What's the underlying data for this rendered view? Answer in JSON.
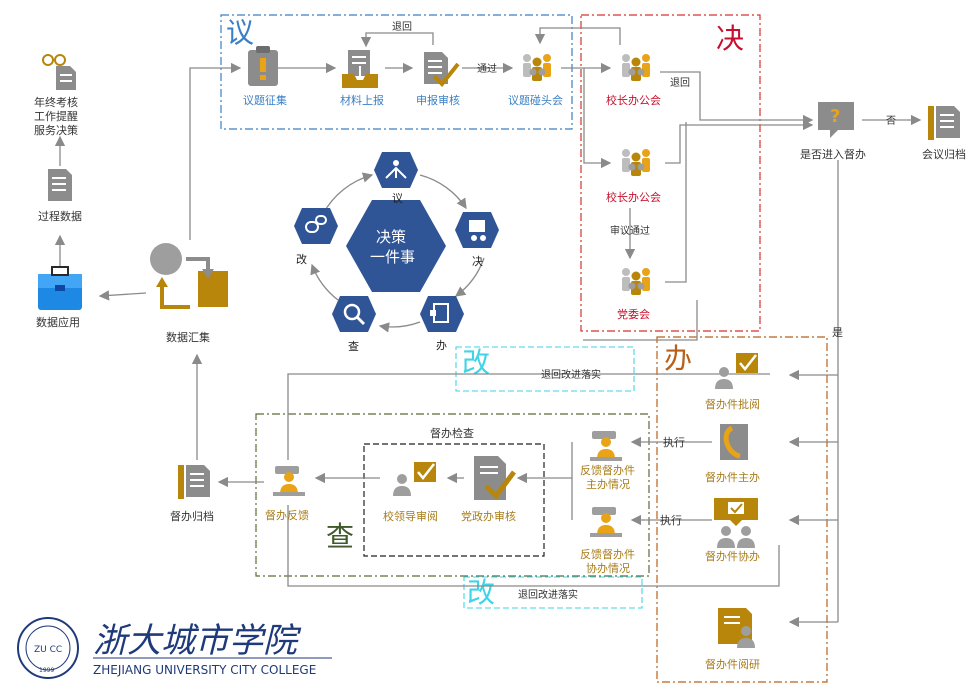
{
  "sections": {
    "yi": "议",
    "jue": "决",
    "ban": "办",
    "cha": "查",
    "gai_top": "改",
    "gai_bottom": "改"
  },
  "left": {
    "year_end": [
      "年终考核",
      "工作提醒",
      "服务决策"
    ],
    "process_data": "过程数据",
    "data_app": "数据应用",
    "data_collect": "数据汇集"
  },
  "yi_flow": {
    "collect": "议题征集",
    "submit": "材料上报",
    "review": "申报审核",
    "meeting": "议题碰头会",
    "return_label": "退回",
    "pass_label": "通过"
  },
  "jue_flow": {
    "principal_office_1": "校长办公会",
    "principal_office_2": "校长办公会",
    "party_committee": "党委会",
    "review_pass": "审议通过",
    "return_label": "退回"
  },
  "decision": {
    "question": "是否进入督办",
    "no": "否",
    "yes": "是",
    "archive": "会议归档"
  },
  "ban_flow": {
    "approve": "督办件批阅",
    "lead": "督办件主办",
    "assist": "督办件协办",
    "study": "督办件阅研",
    "execute_1": "执行",
    "execute_2": "执行"
  },
  "cha_flow": {
    "title": "督办检查",
    "feedback_lead": [
      "反馈督办件",
      "主办情况"
    ],
    "feedback_assist": [
      "反馈督办件",
      "协办情况"
    ],
    "office_review": "党政办审核",
    "leader_review": "校领导审阅",
    "feedback": "督办反馈",
    "archive": "督办归档"
  },
  "gai": {
    "return_top": "退回改进落实",
    "return_bottom": "退回改进落实"
  },
  "hexagon": {
    "center": [
      "决策",
      "一件事"
    ],
    "yi": "议",
    "jue": "决",
    "ban": "办",
    "cha": "查",
    "gai": "改"
  },
  "logo": {
    "name": "浙大城市学院",
    "english": "ZHEJIANG UNIVERSITY CITY COLLEGE",
    "seal_letters": "ZU CC",
    "seal_year": "1999"
  },
  "colors": {
    "gold": "#b8860b",
    "blue": "#2f5597",
    "red": "#c8102e",
    "gray": "#8c8c8c",
    "cyan": "#3fd4e6",
    "olive": "#5b6b3a"
  }
}
